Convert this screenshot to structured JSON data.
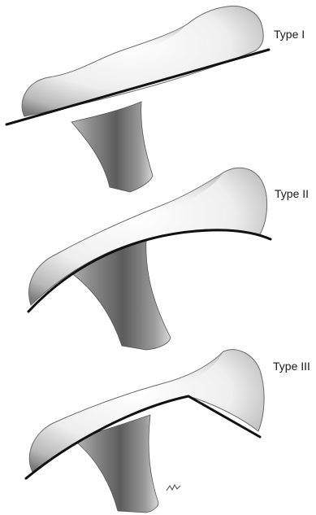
{
  "figure": {
    "panels": [
      {
        "label": "Type I",
        "shape": "flat"
      },
      {
        "label": "Type II",
        "shape": "curved"
      },
      {
        "label": "Type III",
        "shape": "hooked"
      }
    ]
  }
}
